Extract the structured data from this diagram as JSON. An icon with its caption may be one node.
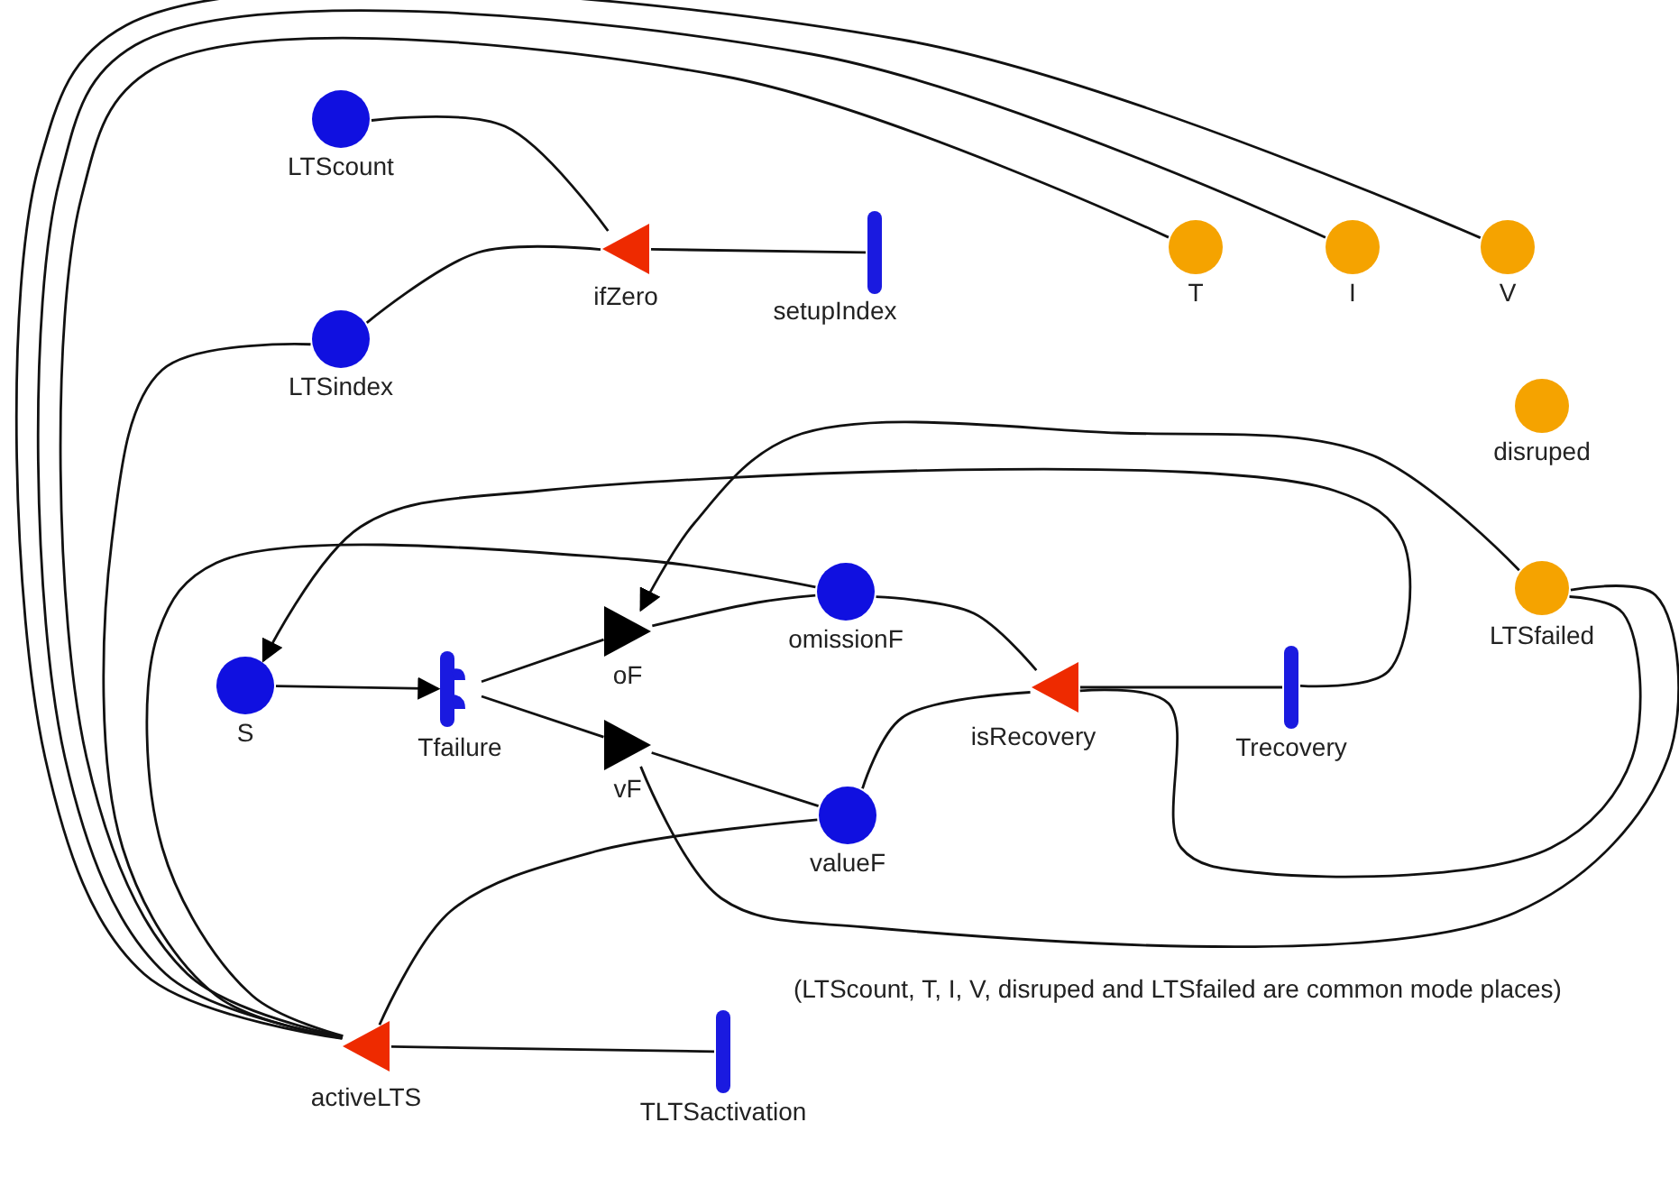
{
  "diagram": {
    "nodes": [
      {
        "text": [
          "LTScount"
        ]
      },
      {
        "text": [
          "ifZero"
        ]
      },
      {
        "text": [
          "setupIndex"
        ]
      },
      {
        "text": [
          "LTSindex"
        ]
      },
      {
        "text": [
          "T"
        ]
      },
      {
        "text": [
          "I"
        ]
      },
      {
        "text": [
          "V"
        ]
      },
      {
        "text": [
          "disruped"
        ]
      },
      {
        "text": [
          "S"
        ]
      },
      {
        "text": [
          "Tfailure"
        ]
      },
      {
        "text": [
          "oF"
        ]
      },
      {
        "text": [
          "omissionF"
        ]
      },
      {
        "text": [
          "isRecovery"
        ]
      },
      {
        "text": [
          "Trecovery"
        ]
      },
      {
        "text": [
          "LTSfailed"
        ]
      },
      {
        "text": [
          "vF"
        ]
      },
      {
        "text": [
          "valueF"
        ]
      },
      {
        "text": [
          "activeLTS"
        ]
      },
      {
        "text": [
          "TLTSactivation"
        ]
      }
    ],
    "edges": [
      {
        "from": 0,
        "to": 1,
        "arrow": "none"
      },
      {
        "from": 3,
        "to": 1,
        "arrow": "none"
      },
      {
        "from": 1,
        "to": 2,
        "arrow": "none"
      },
      {
        "from": 6,
        "to": 17,
        "arrow": "none"
      },
      {
        "from": 5,
        "to": 17,
        "arrow": "none"
      },
      {
        "from": 4,
        "to": 17,
        "arrow": "none"
      },
      {
        "from": 3,
        "to": 17,
        "arrow": "none"
      },
      {
        "from": 11,
        "to": 17,
        "arrow": "none"
      },
      {
        "from": 16,
        "to": 17,
        "arrow": "none"
      },
      {
        "from": 17,
        "to": 18,
        "arrow": "none"
      },
      {
        "from": 13,
        "to": 8,
        "arrow": "to"
      },
      {
        "from": 14,
        "to": 10,
        "arrow": "to"
      },
      {
        "from": 8,
        "to": 9,
        "arrow": "to"
      },
      {
        "from": 10,
        "to": 9,
        "arrow": "none"
      },
      {
        "from": 10,
        "to": 11,
        "arrow": "none"
      },
      {
        "from": 15,
        "to": 9,
        "arrow": "none"
      },
      {
        "from": 15,
        "to": 16,
        "arrow": "none"
      },
      {
        "from": 15,
        "to": 14,
        "arrow": "none"
      },
      {
        "from": 11,
        "to": 12,
        "arrow": "none"
      },
      {
        "from": 16,
        "to": 12,
        "arrow": "none"
      },
      {
        "from": 12,
        "to": 13,
        "arrow": "none"
      },
      {
        "from": 12,
        "to": 14,
        "arrow": "none"
      }
    ],
    "labels": [
      "(LTScount, T, I, V, disruped and LTSfailed are common mode places)"
    ]
  }
}
